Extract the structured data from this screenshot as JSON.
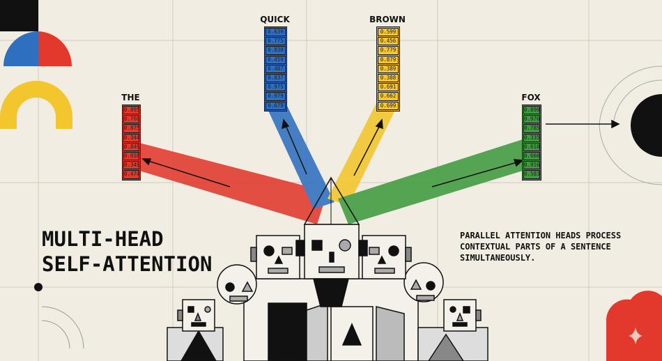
{
  "title": {
    "line1": "MULTI-HEAD",
    "line2": "SELF-ATTENTION"
  },
  "caption": "PARALLEL ATTENTION HEADS PROCESS CONTEXTUAL PARTS OF A SENTENCE SIMULTANEOUSLY.",
  "tokens": [
    {
      "word": "THE",
      "color": "#e2392c",
      "values": [
        "0.895",
        "0.768",
        "0.875",
        "0.344",
        "0.849",
        "0.658",
        "0.349",
        "0.474"
      ]
    },
    {
      "word": "QUICK",
      "color": "#2f6fc0",
      "values": [
        "0.639",
        "0.775",
        "0.830",
        "0.459",
        "0.487",
        "0.837",
        "0.975",
        "0.979",
        "0.679"
      ]
    },
    {
      "word": "BROWN",
      "color": "#f2c62c",
      "values": [
        "0.599",
        "0.456",
        "0.779",
        "0.879",
        "0.389",
        "0.388",
        "0.691",
        "0.662",
        "0.699"
      ]
    },
    {
      "word": "FOX",
      "color": "#3f9a3f",
      "values": [
        "0.890",
        "0.976",
        "0.785",
        "0.335",
        "0.610",
        "0.666",
        "0.916",
        "0.583"
      ]
    }
  ],
  "colors": {
    "background": "#f1ede3",
    "red": "#e2392c",
    "blue": "#2f6fc0",
    "yellow": "#f2c62c",
    "green": "#3f9a3f"
  }
}
